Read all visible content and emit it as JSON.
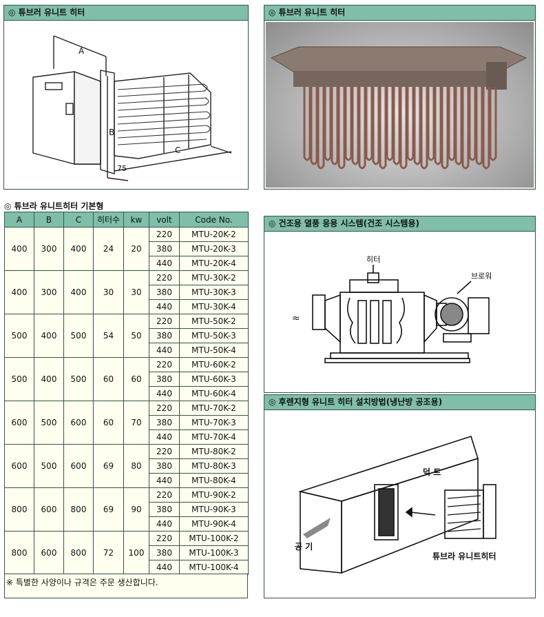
{
  "panel_top_left": {
    "title": "◎ 튜브러 유니트 히터",
    "labels": {
      "a": "A",
      "b": "B",
      "c": "C",
      "dim75": "75"
    }
  },
  "panel_top_right": {
    "title": "◎ 튜브러 유니트 히터"
  },
  "table_section": {
    "title": "◎ 튜브라 유니트히터 기본형",
    "headers": [
      "A",
      "B",
      "C",
      "히터수",
      "kw",
      "volt",
      "Code No."
    ],
    "groups": [
      {
        "a": "400",
        "b": "300",
        "c": "400",
        "heaters": "24",
        "kw": "20",
        "rows": [
          [
            "220",
            "MTU-20K-2"
          ],
          [
            "380",
            "MTU-20K-3"
          ],
          [
            "440",
            "MTU-20K-4"
          ]
        ]
      },
      {
        "a": "400",
        "b": "300",
        "c": "400",
        "heaters": "30",
        "kw": "30",
        "rows": [
          [
            "220",
            "MTU-30K-2"
          ],
          [
            "380",
            "MTU-30K-3"
          ],
          [
            "440",
            "MTU-30K-4"
          ]
        ]
      },
      {
        "a": "500",
        "b": "400",
        "c": "500",
        "heaters": "54",
        "kw": "50",
        "rows": [
          [
            "220",
            "MTU-50K-2"
          ],
          [
            "380",
            "MTU-50K-3"
          ],
          [
            "440",
            "MTU-50K-4"
          ]
        ]
      },
      {
        "a": "500",
        "b": "400",
        "c": "500",
        "heaters": "60",
        "kw": "60",
        "rows": [
          [
            "220",
            "MTU-60K-2"
          ],
          [
            "380",
            "MTU-60K-3"
          ],
          [
            "440",
            "MTU-60K-4"
          ]
        ]
      },
      {
        "a": "600",
        "b": "500",
        "c": "600",
        "heaters": "60",
        "kw": "70",
        "rows": [
          [
            "220",
            "MTU-70K-2"
          ],
          [
            "380",
            "MTU-70K-3"
          ],
          [
            "440",
            "MTU-70K-4"
          ]
        ]
      },
      {
        "a": "600",
        "b": "500",
        "c": "600",
        "heaters": "69",
        "kw": "80",
        "rows": [
          [
            "220",
            "MTU-80K-2"
          ],
          [
            "380",
            "MTU-80K-3"
          ],
          [
            "440",
            "MTU-80K-4"
          ]
        ]
      },
      {
        "a": "800",
        "b": "600",
        "c": "800",
        "heaters": "69",
        "kw": "90",
        "rows": [
          [
            "220",
            "MTU-90K-2"
          ],
          [
            "380",
            "MTU-90K-3"
          ],
          [
            "440",
            "MTU-90K-4"
          ]
        ]
      },
      {
        "a": "800",
        "b": "600",
        "c": "800",
        "heaters": "72",
        "kw": "100",
        "rows": [
          [
            "220",
            "MTU-100K-2"
          ],
          [
            "380",
            "MTU-100K-3"
          ],
          [
            "440",
            "MTU-100K-4"
          ]
        ]
      }
    ],
    "note": "※ 특별한 사양이나 규격은 주문 생산합니다."
  },
  "panel_drying": {
    "title": "◎ 건조용 열풍 응용 시스템(건조 시스템용)",
    "label_heater": "히터",
    "label_blower": "브로워"
  },
  "panel_install": {
    "title": "◎ 후렌지형 유니트 히터 설치방법(냉난방 공조용)",
    "label_duct": "덕 트",
    "label_air": "공 기",
    "label_unit": "튜브라 유니트히터"
  }
}
